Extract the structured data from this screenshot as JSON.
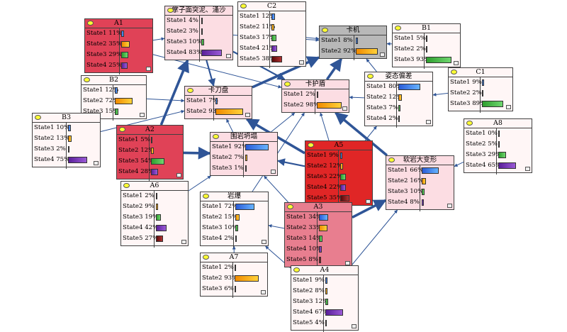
{
  "colors": {
    "pink": "#fcdde3",
    "light": "#fff6f6",
    "red": "#e04257",
    "bright_red": "#e02626",
    "rose": "#e87e8f",
    "gray": "#b8b8b8",
    "edge": "#2f5597"
  },
  "nodes": [
    {
      "id": "A1",
      "title": "A1",
      "color": "red",
      "states": [
        {
          "label": "State1 11%",
          "p": 11
        },
        {
          "label": "State2 35%",
          "p": 35
        },
        {
          "label": "State3 29%",
          "p": 29
        },
        {
          "label": "State4 25%",
          "p": 25
        }
      ]
    },
    {
      "id": "surface",
      "title": "掌子面突泥、涌沙",
      "color": "pink",
      "states": [
        {
          "label": "State1  4%",
          "p": 4
        },
        {
          "label": "State2  3%",
          "p": 3
        },
        {
          "label": "State3 10%",
          "p": 10
        },
        {
          "label": "State4 83%",
          "p": 83
        }
      ]
    },
    {
      "id": "C2",
      "title": "C2",
      "color": "light",
      "states": [
        {
          "label": "State1 12%",
          "p": 12
        },
        {
          "label": "State2 11%",
          "p": 11
        },
        {
          "label": "State3 17%",
          "p": 17
        },
        {
          "label": "State4 21%",
          "p": 21
        },
        {
          "label": "State5 38%",
          "p": 38
        }
      ]
    },
    {
      "id": "jam",
      "title": "卡机",
      "color": "gray",
      "states": [
        {
          "label": "State1  8%",
          "p": 8
        },
        {
          "label": "State2 92%",
          "p": 92
        }
      ]
    },
    {
      "id": "B1",
      "title": "B1",
      "color": "light",
      "states": [
        {
          "label": "State1  5%",
          "p": 5
        },
        {
          "label": "State2  2%",
          "p": 2
        },
        {
          "label": "State3 93%",
          "p": 93
        }
      ]
    },
    {
      "id": "B2",
      "title": "B2",
      "color": "light",
      "states": [
        {
          "label": "State1 12%",
          "p": 12
        },
        {
          "label": "State2 72%",
          "p": 72
        },
        {
          "label": "State3 15%",
          "p": 15
        }
      ]
    },
    {
      "id": "cutter",
      "title": "卡刀盘",
      "color": "pink",
      "states": [
        {
          "label": "State1  7%",
          "p": 7
        },
        {
          "label": "State2 93%",
          "p": 93
        }
      ]
    },
    {
      "id": "shield",
      "title": "卡护盾",
      "color": "pink",
      "states": [
        {
          "label": "State1  2%",
          "p": 2
        },
        {
          "label": "State2 98%",
          "p": 98
        }
      ]
    },
    {
      "id": "posture",
      "title": "姿态偏差",
      "color": "light",
      "states": [
        {
          "label": "State1 80%",
          "p": 80
        },
        {
          "label": "State2 12%",
          "p": 12
        },
        {
          "label": "State3  7%",
          "p": 7
        },
        {
          "label": "State4  2%",
          "p": 2
        }
      ]
    },
    {
      "id": "C1",
      "title": "C1",
      "color": "light",
      "states": [
        {
          "label": "State1  9%",
          "p": 9
        },
        {
          "label": "State2  2%",
          "p": 2
        },
        {
          "label": "State3 89%",
          "p": 89
        }
      ]
    },
    {
      "id": "B3",
      "title": "B3",
      "color": "light",
      "states": [
        {
          "label": "State1 10%",
          "p": 10
        },
        {
          "label": "State2 13%",
          "p": 13
        },
        {
          "label": "State3  2%",
          "p": 2
        },
        {
          "label": "State4 75%",
          "p": 75
        }
      ]
    },
    {
      "id": "A2",
      "title": "A2",
      "color": "red",
      "states": [
        {
          "label": "State1  5%",
          "p": 5
        },
        {
          "label": "State2 12%",
          "p": 12
        },
        {
          "label": "State3 54%",
          "p": 54
        },
        {
          "label": "State4 28%",
          "p": 28
        }
      ]
    },
    {
      "id": "collapse",
      "title": "围岩坍塌",
      "color": "pink",
      "states": [
        {
          "label": "State1 92%",
          "p": 92
        },
        {
          "label": "State2  7%",
          "p": 7
        },
        {
          "label": "State3  1%",
          "p": 1
        }
      ]
    },
    {
      "id": "A5",
      "title": "A5",
      "color": "bright_red",
      "states": [
        {
          "label": "State1  9%",
          "p": 9
        },
        {
          "label": "State2 12%",
          "p": 12
        },
        {
          "label": "State3 22%",
          "p": 22
        },
        {
          "label": "State4 22%",
          "p": 22
        },
        {
          "label": "State5 35%",
          "p": 35
        }
      ]
    },
    {
      "id": "A8",
      "title": "A8",
      "color": "light",
      "states": [
        {
          "label": "State1  0%",
          "p": 0
        },
        {
          "label": "State2  5%",
          "p": 5
        },
        {
          "label": "State3 29%",
          "p": 29
        },
        {
          "label": "State4 65%",
          "p": 65
        }
      ]
    },
    {
      "id": "deform",
      "title": "软岩大变形",
      "color": "pink",
      "states": [
        {
          "label": "State1 66%",
          "p": 66
        },
        {
          "label": "State2 16%",
          "p": 16
        },
        {
          "label": "State3 10%",
          "p": 10
        },
        {
          "label": "State4  8%",
          "p": 8
        }
      ]
    },
    {
      "id": "A6",
      "title": "A6",
      "color": "light",
      "states": [
        {
          "label": "State1  2%",
          "p": 2
        },
        {
          "label": "State2  9%",
          "p": 9
        },
        {
          "label": "State3 19%",
          "p": 19
        },
        {
          "label": "State4 42%",
          "p": 42
        },
        {
          "label": "State5 27%",
          "p": 27
        }
      ]
    },
    {
      "id": "rockburst",
      "title": "岩爆",
      "color": "light",
      "states": [
        {
          "label": "State1 72%",
          "p": 72
        },
        {
          "label": "State2 15%",
          "p": 15
        },
        {
          "label": "State3 10%",
          "p": 10
        },
        {
          "label": "State4  2%",
          "p": 2
        }
      ]
    },
    {
      "id": "A3",
      "title": "A3",
      "color": "rose",
      "states": [
        {
          "label": "State1 34%",
          "p": 34
        },
        {
          "label": "State2 33%",
          "p": 33
        },
        {
          "label": "State3 14%",
          "p": 14
        },
        {
          "label": "State4 10%",
          "p": 10
        },
        {
          "label": "State5  8%",
          "p": 8
        }
      ]
    },
    {
      "id": "A7",
      "title": "A7",
      "color": "light",
      "states": [
        {
          "label": "State1  2%",
          "p": 2
        },
        {
          "label": "State2 93%",
          "p": 93
        },
        {
          "label": "State3  6%",
          "p": 6
        }
      ]
    },
    {
      "id": "A4",
      "title": "A4",
      "color": "light",
      "states": [
        {
          "label": "State1  9%",
          "p": 9
        },
        {
          "label": "State2  8%",
          "p": 8
        },
        {
          "label": "State3 12%",
          "p": 12
        },
        {
          "label": "State4 67%",
          "p": 67
        },
        {
          "label": "State5  4%",
          "p": 4
        }
      ]
    }
  ],
  "edges": [
    {
      "from": "surface",
      "to": "jam",
      "weight": "thin"
    },
    {
      "from": "C2",
      "to": "jam",
      "weight": "thin"
    },
    {
      "from": "B1",
      "to": "jam",
      "weight": "thin"
    },
    {
      "from": "cutter",
      "to": "jam",
      "weight": "thick"
    },
    {
      "from": "shield",
      "to": "jam",
      "weight": "thick"
    },
    {
      "from": "posture",
      "to": "jam",
      "weight": "thin"
    },
    {
      "from": "A1",
      "to": "surface",
      "weight": "thin"
    },
    {
      "from": "A1",
      "to": "shield",
      "weight": "thin"
    },
    {
      "from": "surface",
      "to": "cutter",
      "weight": "medium"
    },
    {
      "from": "surface",
      "to": "shield",
      "weight": "medium"
    },
    {
      "from": "B2",
      "to": "cutter",
      "weight": "thin"
    },
    {
      "from": "B3",
      "to": "cutter",
      "weight": "thin"
    },
    {
      "from": "A2",
      "to": "surface",
      "weight": "thick"
    },
    {
      "from": "A2",
      "to": "collapse",
      "weight": "thick"
    },
    {
      "from": "C1",
      "to": "posture",
      "weight": "thin"
    },
    {
      "from": "posture",
      "to": "shield",
      "weight": "thin"
    },
    {
      "from": "collapse",
      "to": "cutter",
      "weight": "thin"
    },
    {
      "from": "collapse",
      "to": "shield",
      "weight": "thin"
    },
    {
      "from": "A5",
      "to": "collapse",
      "weight": "medium"
    },
    {
      "from": "A5",
      "to": "shield",
      "weight": "thin"
    },
    {
      "from": "A5",
      "to": "cutter",
      "weight": "thick"
    },
    {
      "from": "A5",
      "to": "posture",
      "weight": "thin"
    },
    {
      "from": "deform",
      "to": "shield",
      "weight": "thick"
    },
    {
      "from": "A8",
      "to": "deform",
      "weight": "thin"
    },
    {
      "from": "A6",
      "to": "collapse",
      "weight": "thin"
    },
    {
      "from": "rockburst",
      "to": "shield",
      "weight": "thin"
    },
    {
      "from": "A3",
      "to": "rockburst",
      "weight": "thin"
    },
    {
      "from": "A3",
      "to": "deform",
      "weight": "thick"
    },
    {
      "from": "A3",
      "to": "collapse",
      "weight": "thin"
    },
    {
      "from": "A7",
      "to": "rockburst",
      "weight": "thin"
    },
    {
      "from": "A4",
      "to": "deform",
      "weight": "thin"
    },
    {
      "from": "A4",
      "to": "rockburst",
      "weight": "thin"
    }
  ]
}
